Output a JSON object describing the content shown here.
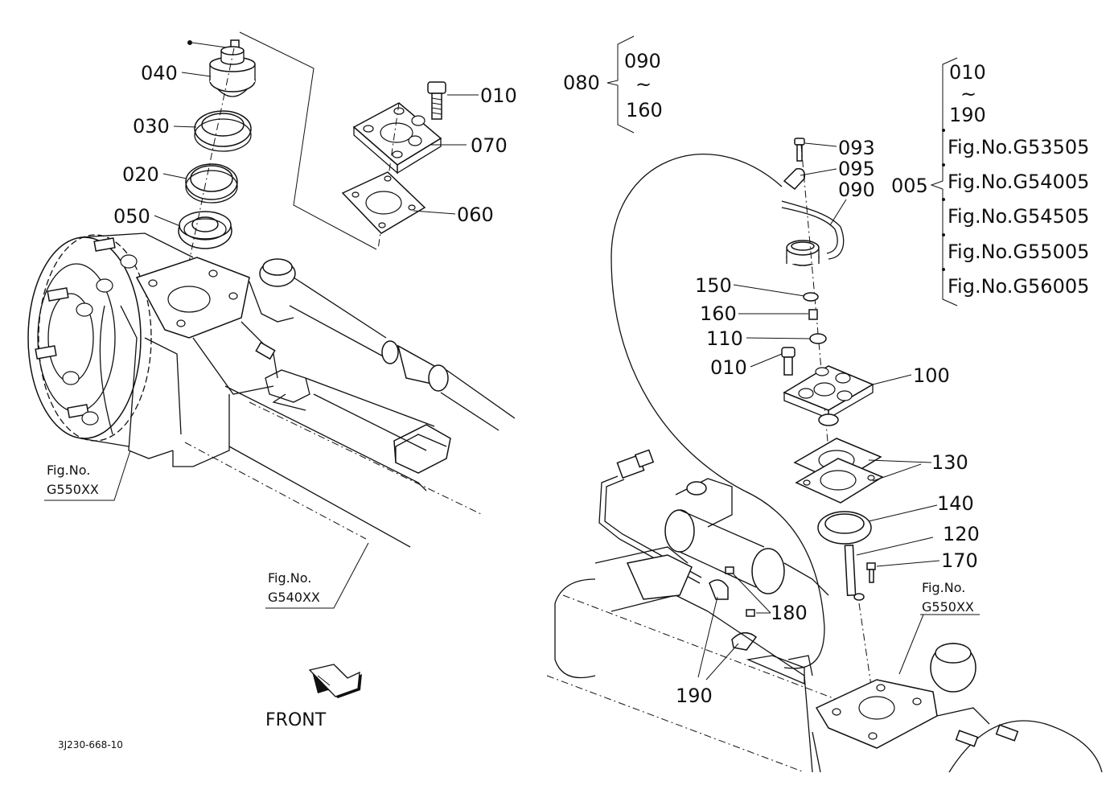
{
  "diagram": {
    "left_parts": {
      "p040": "040",
      "p030": "030",
      "p020": "020",
      "p050": "050",
      "p010": "010",
      "p070": "070",
      "p060": "060"
    },
    "left_refs": {
      "ref1_line1": "Fig.No.",
      "ref1_line2": "G550XX",
      "ref2_line1": "Fig.No.",
      "ref2_line2": "G540XX"
    },
    "front_label": "FRONT",
    "drawing_code": "3J230-668-10",
    "group_080": {
      "number": "080",
      "range_start": "090",
      "range_sep": "~",
      "range_end": "160"
    },
    "group_005": {
      "number": "005",
      "range_start": "010",
      "range_sep": "~",
      "range_end": "190",
      "figs": [
        "Fig.No.G53505",
        "Fig.No.G54005",
        "Fig.No.G54505",
        "Fig.No.G55005",
        "Fig.No.G56005"
      ]
    },
    "right_parts": {
      "p093": "093",
      "p095": "095",
      "p090": "090",
      "p150": "150",
      "p160": "160",
      "p110": "110",
      "p010": "010",
      "p100": "100",
      "p130": "130",
      "p140": "140",
      "p120": "120",
      "p170": "170",
      "p180": "180",
      "p190": "190"
    },
    "right_refs": {
      "ref1_line1": "Fig.No.",
      "ref1_line2": "G550XX"
    }
  }
}
